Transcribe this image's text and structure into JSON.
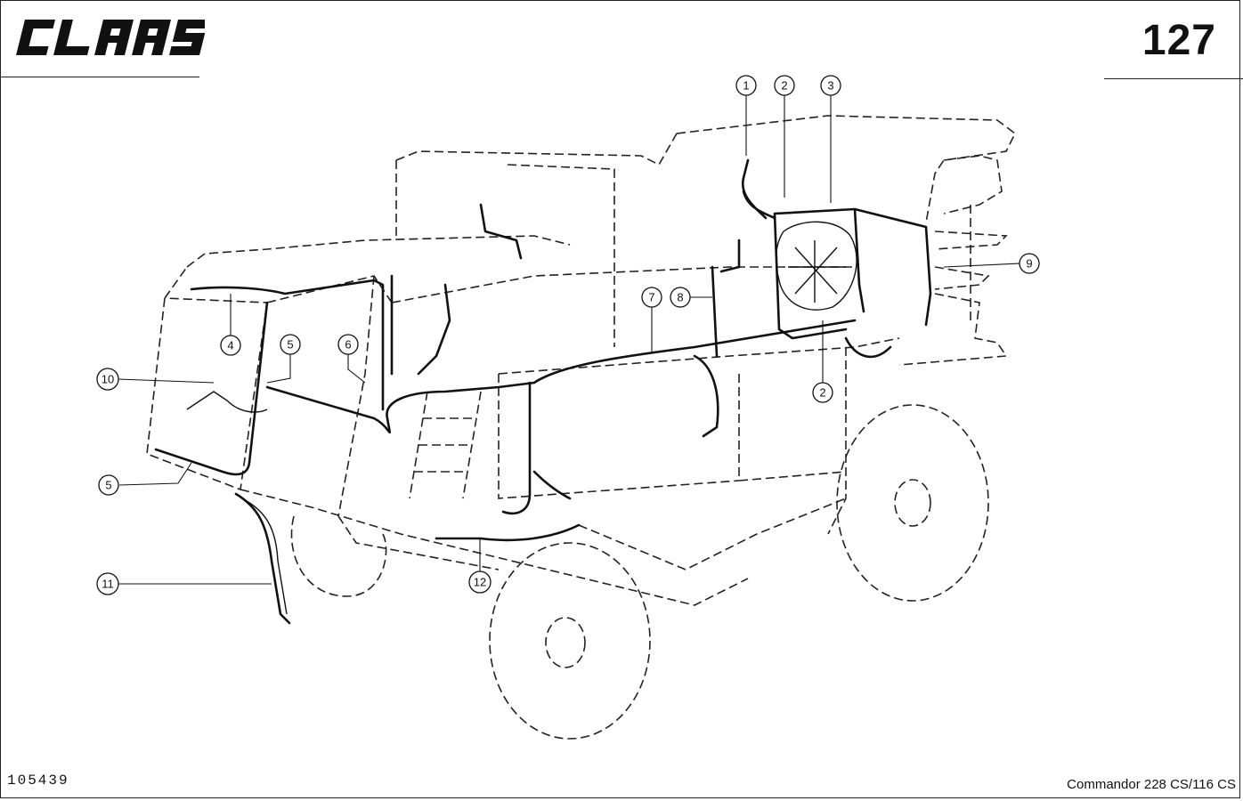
{
  "header": {
    "logo_text": "CLAAS",
    "page_number": "127"
  },
  "footer": {
    "doc_id": "105439",
    "model": "Commandor 228 CS/116 CS"
  },
  "callouts": [
    {
      "id": "c1",
      "label": "1"
    },
    {
      "id": "c2a",
      "label": "2"
    },
    {
      "id": "c3",
      "label": "3"
    },
    {
      "id": "c4",
      "label": "4"
    },
    {
      "id": "c5a",
      "label": "5"
    },
    {
      "id": "c6",
      "label": "6"
    },
    {
      "id": "c7",
      "label": "7"
    },
    {
      "id": "c8",
      "label": "8"
    },
    {
      "id": "c9",
      "label": "9"
    },
    {
      "id": "c10",
      "label": "10"
    },
    {
      "id": "c5b",
      "label": "5"
    },
    {
      "id": "c2b",
      "label": "2"
    },
    {
      "id": "c11",
      "label": "11"
    },
    {
      "id": "c12",
      "label": "12"
    }
  ]
}
